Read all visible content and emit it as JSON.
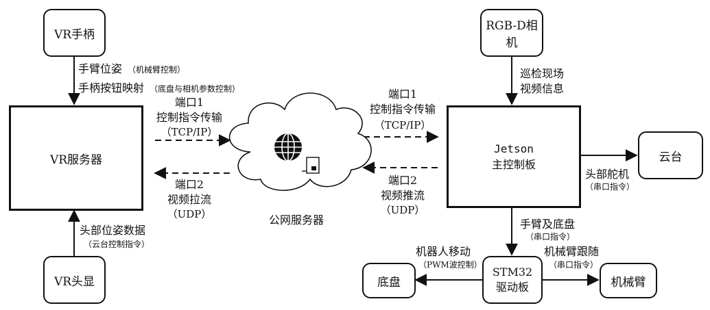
{
  "nodes": {
    "vr_controller": "VR手柄",
    "vr_server": "VR服务器",
    "vr_headset": "VR头显",
    "public_server": "公网服务器",
    "rgbd_camera": "RGB-D相机",
    "jetson_line1": "Jetson",
    "jetson_line2": "主控制板",
    "gimbal": "云台",
    "stm32_line1": "STM32",
    "stm32_line2": "驱动板",
    "chassis": "底盘",
    "arm": "机械臂"
  },
  "edges": {
    "arm_pose": "手臂位姿",
    "arm_pose_note": "（机械臂控制）",
    "button_map": "手柄按钮映射",
    "button_map_note": "（底盘与相机参数控制）",
    "left_port1": "端口1",
    "left_ctrl": "控制指令传输",
    "left_tcp": "（TCP/IP）",
    "left_port2": "端口2",
    "left_video": "视频拉流",
    "left_udp": "（UDP）",
    "head_pose": "头部位姿数据",
    "head_pose_note": "（云台控制指令）",
    "right_port1": "端口1",
    "right_ctrl": "控制指令传输",
    "right_tcp": "（TCP/IP）",
    "right_port2": "端口2",
    "right_video": "视频推流",
    "right_udp": "（UDP）",
    "patrol_1": "巡检现场",
    "patrol_2": "视频信息",
    "head_servo": "头部舵机",
    "head_servo_note": "（串口指令）",
    "arm_base": "手臂及底盘",
    "arm_base_note": "（串口指令）",
    "robot_move": "机器人移动",
    "robot_move_note": "（PWM波控制）",
    "arm_follow": "机械臂跟随",
    "arm_follow_note": "（串口指令）"
  }
}
